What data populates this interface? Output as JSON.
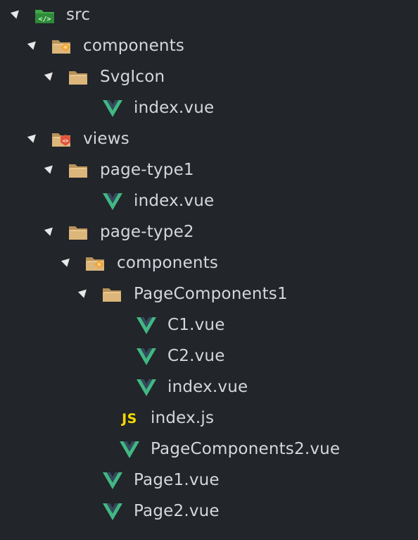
{
  "tree": {
    "rows": [
      {
        "label": "src",
        "icon": "src-folder-icon",
        "depth": 0,
        "expanded": true,
        "has_arrow": true
      },
      {
        "label": "components",
        "icon": "components-folder-icon",
        "depth": 1,
        "expanded": true,
        "has_arrow": true
      },
      {
        "label": "SvgIcon",
        "icon": "folder-icon",
        "depth": 2,
        "expanded": true,
        "has_arrow": true
      },
      {
        "label": "index.vue",
        "icon": "vue-file-icon",
        "depth": 3,
        "has_arrow": false
      },
      {
        "label": "views",
        "icon": "views-folder-icon",
        "depth": 1,
        "expanded": true,
        "has_arrow": true
      },
      {
        "label": "page-type1",
        "icon": "folder-icon",
        "depth": 2,
        "expanded": true,
        "has_arrow": true
      },
      {
        "label": "index.vue",
        "icon": "vue-file-icon",
        "depth": 3,
        "has_arrow": false
      },
      {
        "label": "page-type2",
        "icon": "folder-icon",
        "depth": 2,
        "expanded": true,
        "has_arrow": true
      },
      {
        "label": "components",
        "icon": "components-folder-icon",
        "depth": 3,
        "expanded": true,
        "has_arrow": true
      },
      {
        "label": "PageComponents1",
        "icon": "folder-icon",
        "depth": 4,
        "expanded": true,
        "has_arrow": true
      },
      {
        "label": "C1.vue",
        "icon": "vue-file-icon",
        "depth": 5,
        "has_arrow": false
      },
      {
        "label": "C2.vue",
        "icon": "vue-file-icon",
        "depth": 5,
        "has_arrow": false
      },
      {
        "label": "index.vue",
        "icon": "vue-file-icon",
        "depth": 5,
        "has_arrow": false
      },
      {
        "label": "index.js",
        "icon": "js-file-icon",
        "depth": 4,
        "has_arrow": false
      },
      {
        "label": "PageComponents2.vue",
        "icon": "vue-file-icon",
        "depth": 4,
        "has_arrow": false
      },
      {
        "label": "Page1.vue",
        "icon": "vue-file-icon",
        "depth": 3,
        "has_arrow": false
      },
      {
        "label": "Page2.vue",
        "icon": "vue-file-icon",
        "depth": 3,
        "has_arrow": false
      }
    ]
  },
  "icons": {
    "js_text": "JS"
  },
  "colors": {
    "background": "#22252a",
    "text": "#d4d7dc",
    "arrow": "#e8e8e8",
    "vue_green": "#41b883",
    "vue_dark": "#35495e",
    "folder_tan": "#dcb67a",
    "src_green": "#3fa94a",
    "views_red": "#e2553d",
    "components_orange": "#f2a33a",
    "js_yellow": "#f5d900"
  }
}
